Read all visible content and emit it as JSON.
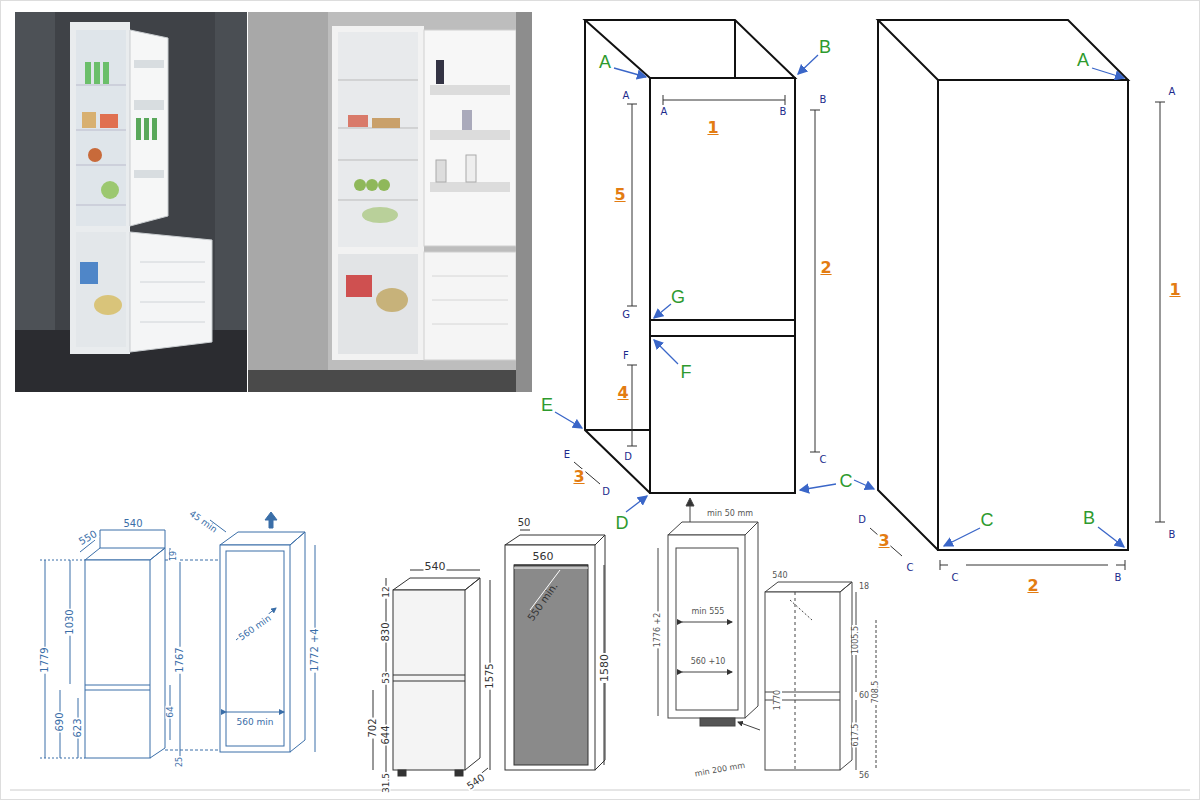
{
  "diagram": {
    "labels": [
      "A",
      "B",
      "A",
      "A",
      "B",
      "1",
      "B",
      "5",
      "2",
      "G",
      "G",
      "F",
      "F",
      "4",
      "E",
      "E",
      "3",
      "D",
      "D",
      "D",
      "C",
      "C",
      "A",
      "A",
      "1",
      "D",
      "3",
      "C",
      "C",
      "B",
      "B",
      "C",
      "2",
      "B",
      "550",
      "540",
      "45 min",
      "19",
      "1779",
      "1030",
      "1767",
      "560 min",
      "1772 +4",
      "64",
      "560 min",
      "690",
      "623",
      "25",
      "540",
      "12",
      "830",
      "53",
      "1575",
      "702",
      "644",
      "31.5",
      "540",
      "50",
      "560",
      "550 min.",
      "1580",
      "min 50 mm",
      "1776 +2",
      "min 555",
      "560 +10",
      "min 200 mm",
      "540",
      "18",
      "1005.5",
      "60",
      "1770",
      "617.5",
      "708.5",
      "56"
    ]
  }
}
